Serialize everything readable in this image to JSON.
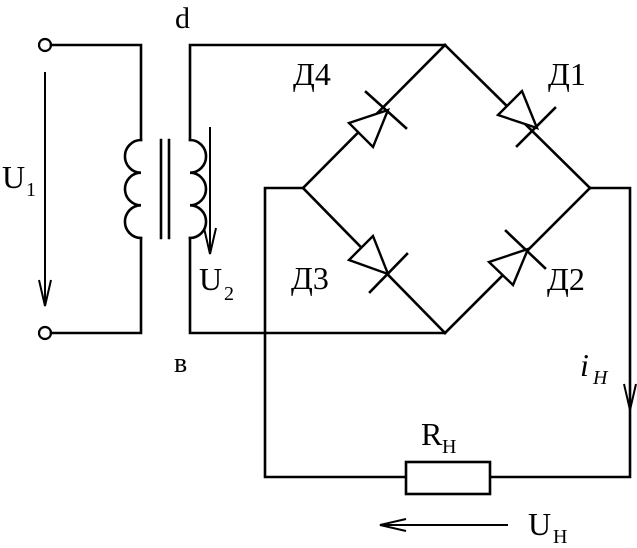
{
  "labels": {
    "node_top": "d",
    "node_bottom": "в",
    "u1_main": "U",
    "u1_sub": "1",
    "u2_main": "U",
    "u2_sub": "2",
    "d1": "Д1",
    "d2": "Д2",
    "d3": "Д3",
    "d4": "Д4",
    "i_main": "i",
    "i_sub": "Н",
    "r_main": "R",
    "r_sub": "Н",
    "uh_main": "U",
    "uh_sub": "Н"
  }
}
